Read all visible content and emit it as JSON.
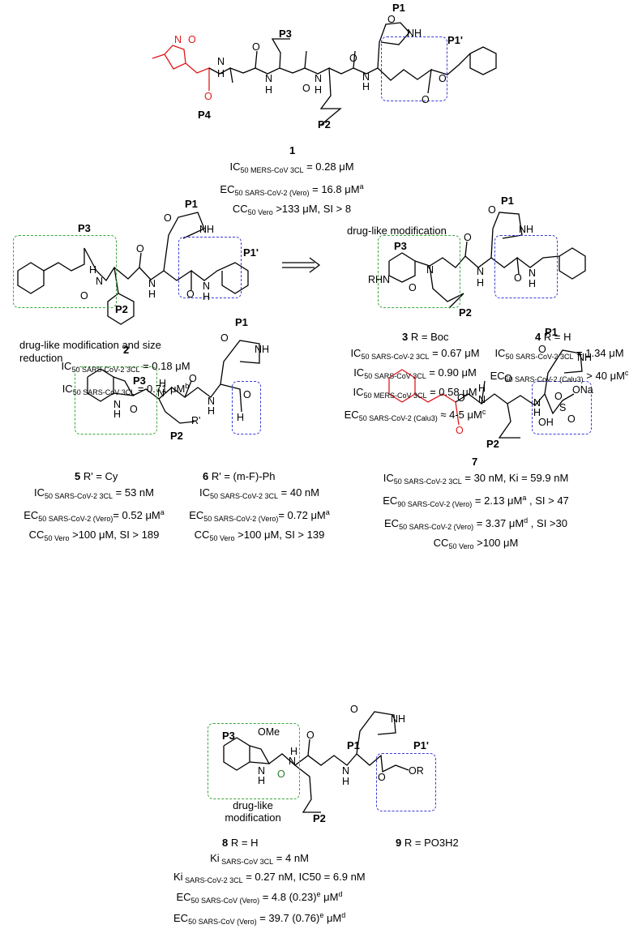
{
  "labels": {
    "p1": "P1",
    "p1p": "P1'",
    "p2": "P2",
    "p3": "P3",
    "p4": "P4"
  },
  "notes": {
    "drug_like": "drug-like modification",
    "drug_like_size": "drug-like modification and size reduction",
    "drug_like_short": "drug-like modification"
  },
  "compounds": {
    "c1": {
      "num": "1",
      "lines": [
        {
          "pre": "IC",
          "sub": "50 MERS-CoV 3CL",
          "post": " = 0.28 μM",
          "sup": ""
        },
        {
          "pre": "EC",
          "sub": "50 SARS-CoV-2 (Vero)",
          "post": " = 16.8 μM",
          "sup": "a"
        },
        {
          "pre": "CC",
          "sub": "50 Vero",
          "post": " >133 μM, SI > 8",
          "sup": ""
        }
      ]
    },
    "c2": {
      "num": "2",
      "lines": [
        {
          "pre": "IC",
          "sub": "50 SARS-CoV-2 3CL",
          "post": " = 0.18 μM",
          "sup": ""
        },
        {
          "pre": "IC",
          "sub": "50 SARS-CoV 3CL",
          "post": " = 0.71 μM",
          "sup": "b"
        }
      ]
    },
    "c3": {
      "num": "3",
      "r": "R = Boc",
      "lines": [
        {
          "pre": "IC",
          "sub": "50 SARS-CoV-2 3CL",
          "post": " = 0.67 μM",
          "sup": ""
        },
        {
          "pre": "IC",
          "sub": "50 SARS-CoV 3CL",
          "post": " = 0.90 μM",
          "sup": ""
        },
        {
          "pre": "IC",
          "sub": "50 MERS-CoV 3CL",
          "post": " = 0.58 μM",
          "sup": ""
        },
        {
          "pre": "EC",
          "sub": "50 SARS-CoV-2 (Calu3)",
          "post": " ≈ 4-5 μM",
          "sup": "c"
        }
      ]
    },
    "c4": {
      "num": "4",
      "r": "R = H",
      "lines": [
        {
          "pre": "IC",
          "sub": "50 SARS-CoV-2 3CL",
          "post": " = 1.34 μM",
          "sup": ""
        },
        {
          "pre": "EC",
          "sub": "50 SARS-CoV-2 (Calu3)",
          "post": " > 40 μM",
          "sup": "c"
        }
      ]
    },
    "c5": {
      "num": "5",
      "r": "R' = Cy",
      "lines": [
        {
          "pre": "IC",
          "sub": "50 SARS-CoV-2 3CL",
          "post": " = 53 nM",
          "sup": ""
        },
        {
          "pre": "EC",
          "sub": "50 SARS-CoV-2 (Vero)",
          "post": "= 0.52 μM",
          "sup": "a"
        },
        {
          "pre": "CC",
          "sub": "50 Vero",
          "post": " >100 μM, SI > 189",
          "sup": ""
        }
      ]
    },
    "c6": {
      "num": "6",
      "r": "R' = (m-F)-Ph",
      "lines": [
        {
          "pre": "IC",
          "sub": "50 SARS-CoV-2 3CL",
          "post": " = 40 nM",
          "sup": ""
        },
        {
          "pre": "EC",
          "sub": "50 SARS-CoV-2 (Vero)",
          "post": "= 0.72 μM",
          "sup": "a"
        },
        {
          "pre": "CC",
          "sub": "50 Vero",
          "post": " >100 μM, SI > 139",
          "sup": ""
        }
      ]
    },
    "c7": {
      "num": "7",
      "lines": [
        {
          "pre": "IC",
          "sub": "50 SARS-CoV-2 3CL",
          "post": " = 30 nM, Ki = 59.9 nM",
          "sup": ""
        },
        {
          "pre": "EC",
          "sub": "90 SARS-CoV-2 (Vero)",
          "post": " = 2.13 μM",
          "sup": "a",
          "tail": " , SI > 47"
        },
        {
          "pre": "EC",
          "sub": "50 SARS-CoV-2 (Vero)",
          "post": " = 3.37 μM",
          "sup": "d",
          "tail": " , SI >30"
        },
        {
          "pre": "CC",
          "sub": "50 Vero",
          "post": " >100 μM",
          "sup": ""
        }
      ]
    },
    "c8": {
      "num": "8",
      "r": "R = H",
      "lines": [
        {
          "pre": "Ki",
          "sub": " SARS-CoV 3CL",
          "post": " = 4 nM",
          "sup": ""
        },
        {
          "pre": "Ki",
          "sub": " SARS-CoV-2 3CL",
          "post": " = 0.27 nM, IC50 = 6.9 nM",
          "sup": ""
        },
        {
          "pre": "EC",
          "sub": "50 SARS-CoV (Vero)",
          "post": " = 4.8 (0.23)",
          "sup": "e",
          "tail": " μM",
          "sup2": "d"
        },
        {
          "pre": "EC",
          "sub": "50 SARS-CoV (Vero)",
          "post": " = 39.7 (0.76)",
          "sup": "e",
          "tail": " μM",
          "sup2": "d"
        }
      ]
    },
    "c9": {
      "num": "9",
      "r": "R = PO3H2"
    }
  },
  "atoms": {
    "N": "N",
    "O": "O",
    "H": "H",
    "NH": "NH",
    "HN": "HN",
    "RHN": "RHN",
    "OMe": "OMe",
    "OR": "OR",
    "ONa": "ONa",
    "S": "S",
    "OH": "OH",
    "Rp": "R'"
  }
}
